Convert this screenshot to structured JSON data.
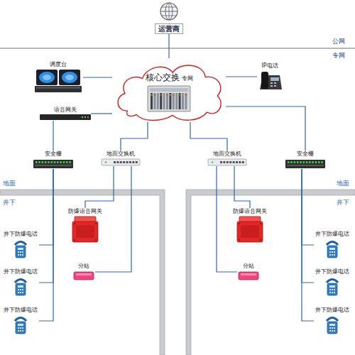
{
  "diagram": {
    "nodes": [
      {
        "text": [
          "运营商"
        ]
      },
      {
        "text": [
          "核心交换",
          "专网"
        ]
      },
      {
        "text": [
          "调度台"
        ]
      },
      {
        "text": [
          "IP电话"
        ]
      },
      {
        "text": [
          "语音网关"
        ]
      },
      {
        "text": [
          "安全栅"
        ]
      },
      {
        "text": [
          "地面交换机"
        ]
      },
      {
        "text": [
          "地面交换机"
        ]
      },
      {
        "text": [
          "安全栅"
        ]
      },
      {
        "text": [
          "防爆语音网关"
        ]
      },
      {
        "text": [
          "分站"
        ]
      },
      {
        "text": [
          "井下防爆电话"
        ]
      },
      {
        "text": [
          "井下防爆电话"
        ]
      },
      {
        "text": [
          "井下防爆电话"
        ]
      },
      {
        "text": [
          "防爆语音网关"
        ]
      },
      {
        "text": [
          "分站"
        ]
      },
      {
        "text": [
          "井下防爆电话"
        ]
      },
      {
        "text": [
          "井下防爆电话"
        ]
      },
      {
        "text": [
          "井下防爆电话"
        ]
      }
    ],
    "edges": [
      {
        "from": 0,
        "to": 1,
        "arrow": "none"
      },
      {
        "from": 2,
        "to": 1,
        "arrow": "none"
      },
      {
        "from": 3,
        "to": 1,
        "arrow": "none"
      },
      {
        "from": 4,
        "to": 1,
        "arrow": "none"
      },
      {
        "from": 4,
        "to": 5,
        "arrow": "none"
      },
      {
        "from": 1,
        "to": 6,
        "arrow": "none"
      },
      {
        "from": 1,
        "to": 7,
        "arrow": "none"
      },
      {
        "from": 1,
        "to": 8,
        "arrow": "none"
      },
      {
        "from": 6,
        "to": 9,
        "arrow": "none"
      },
      {
        "from": 6,
        "to": 10,
        "arrow": "none"
      },
      {
        "from": 5,
        "to": 11,
        "arrow": "none"
      },
      {
        "from": 5,
        "to": 12,
        "arrow": "none"
      },
      {
        "from": 5,
        "to": 13,
        "arrow": "none"
      },
      {
        "from": 7,
        "to": 14,
        "arrow": "none"
      },
      {
        "from": 7,
        "to": 15,
        "arrow": "none"
      },
      {
        "from": 8,
        "to": 16,
        "arrow": "none"
      },
      {
        "from": 8,
        "to": 17,
        "arrow": "none"
      },
      {
        "from": 8,
        "to": 18,
        "arrow": "none"
      }
    ],
    "labels": [
      "公网",
      "专网",
      "地面",
      "井下",
      "地面",
      "井下"
    ]
  }
}
